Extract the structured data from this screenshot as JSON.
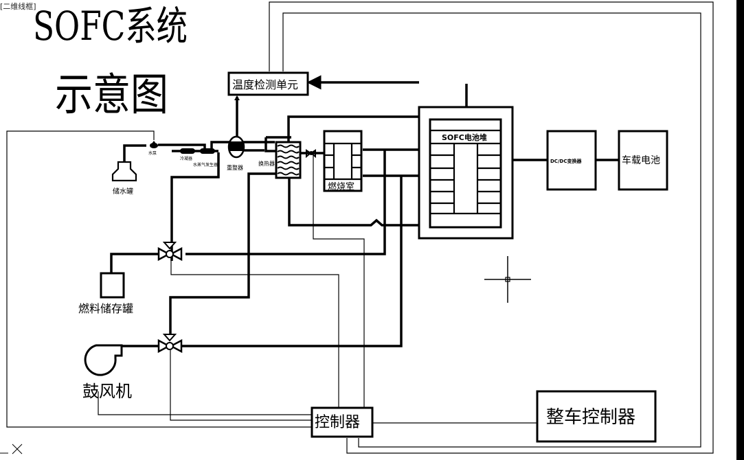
{
  "viewport_label": "[二维线框]",
  "title": {
    "line1": "SOFC系统",
    "line2": "示意图"
  },
  "components": {
    "temp_unit": "温度检测单元",
    "water_pump": "水泵",
    "condenser": "冷凝器",
    "steam_generator": "水蒸气发生器",
    "reformer": "重整器",
    "heat_exchanger": "换热器",
    "combustion_chamber": "燃烧室",
    "stack": "SOFC电池堆",
    "dcdc": "DC/DC变换器",
    "vehicle_battery": "车载电池",
    "water_tank": "储水罐",
    "fuel_tank": "燃料储存罐",
    "blower": "鼓风机",
    "controller": "控制器",
    "vehicle_controller": "整车控制器"
  },
  "ucs_icon": "ucs-x-axis-icon",
  "crosshair": "cad-crosshair-cursor"
}
